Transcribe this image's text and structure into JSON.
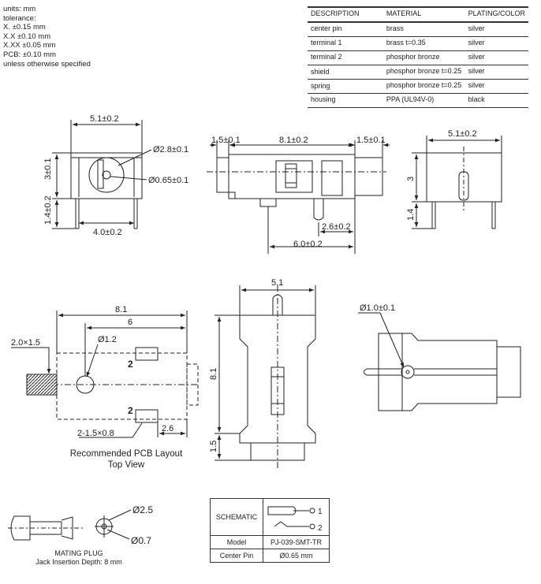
{
  "notes": [
    "units: mm",
    "tolerance:",
    "X. ±0.15 mm",
    "X.X ±0.10 mm",
    "X.XX ±0.05 mm",
    "PCB: ±0.10 mm",
    "unless otherwise specified"
  ],
  "materials": {
    "headers": [
      "DESCRIPTION",
      "MATERIAL",
      "PLATING/COLOR"
    ],
    "rows": [
      [
        "center pin",
        "brass",
        "silver"
      ],
      [
        "terminal 1",
        "brass t=0.35",
        "silver"
      ],
      [
        "terminal 2",
        "phosphor bronze",
        "silver"
      ],
      [
        "shield",
        "phosphor bronze t=0.25",
        "silver"
      ],
      [
        "spring",
        "phosphor bronze t=0.25",
        "silver"
      ],
      [
        "housing",
        "PPA (UL94V-0)",
        "black"
      ]
    ]
  },
  "front_dims": {
    "width": "5.1±0.2",
    "d28": "Ø2.8±0.1",
    "d065": "Ø0.65±0.1",
    "h3": "3±0.1",
    "h14": "1.4±0.2",
    "pin": "4.0±0.2"
  },
  "side_dims": {
    "l15a": "1.5±0.1",
    "l81": "8.1±0.2",
    "l15b": "1.5±0.1",
    "l26": "2.6±0.2",
    "l60": "6.0±0.2"
  },
  "rear_dims": {
    "w": "5.1±0.2",
    "h3": "3",
    "h14": "1.4"
  },
  "pcb": {
    "l81": "8.1",
    "l6": "6",
    "d12": "Ø1.2",
    "slot": "2.0×1.5",
    "pad": "2-1.5×0.8",
    "l26": "2.6",
    "num2a": "2",
    "num2b": "2"
  },
  "pcb_caption": [
    "Recommended PCB Layout",
    "Top View"
  ],
  "bottom_dims": {
    "w51": "5.1",
    "l81": "8.1",
    "l15": "1.5"
  },
  "iso_dims": {
    "d10": "Ø1.0±0.1"
  },
  "plug": {
    "d25": "Ø2.5",
    "d07": "Ø0.7",
    "caption": [
      "MATING PLUG",
      "Jack Insertion Depth: 8 mm"
    ]
  },
  "schematic": {
    "label": "SCHEMATIC",
    "pin1": "1",
    "pin2": "2",
    "model_label": "Model",
    "model": "PJ-039-SMT-TR",
    "cp_label": "Center Pin",
    "cp": "Ø0.65 mm"
  }
}
